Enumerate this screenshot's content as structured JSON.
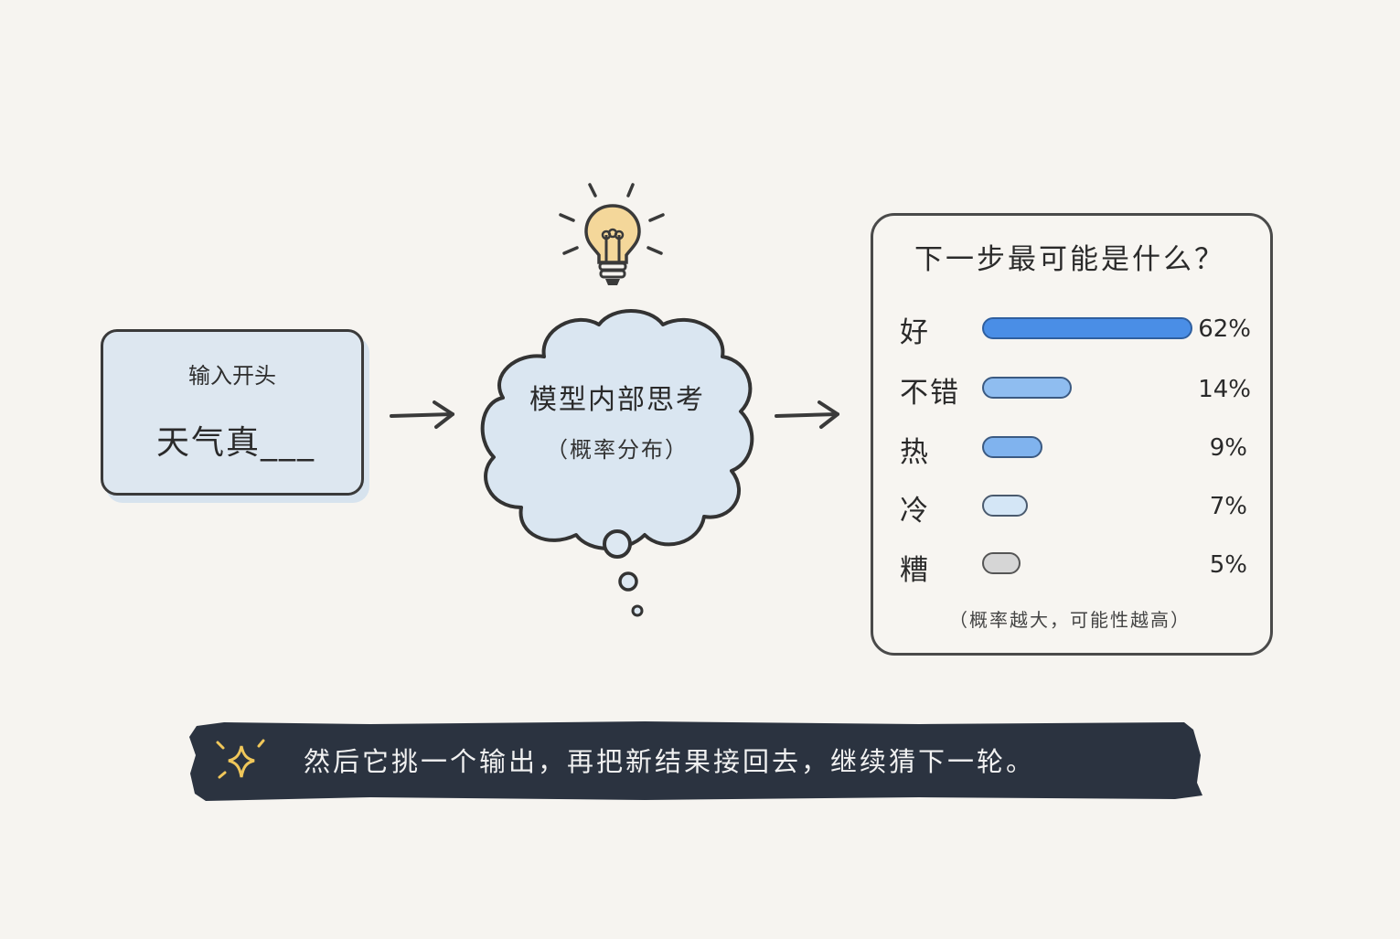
{
  "input_box": {
    "label": "输入开头",
    "value": "天气真___"
  },
  "thought_cloud": {
    "title": "模型内部思考",
    "subtitle": "（概率分布）",
    "icons": [
      "lightbulb-icon",
      "thought-bubble-dots"
    ]
  },
  "arrows": [
    "arrow-right",
    "arrow-right"
  ],
  "prediction_card": {
    "title": "下一步最可能是什么？",
    "rows": [
      {
        "label": "好",
        "percent": "62%",
        "value": 62,
        "color": "#4a8ee6"
      },
      {
        "label": "不错",
        "percent": "14%",
        "value": 14,
        "color": "#8fbdf0"
      },
      {
        "label": "热",
        "percent": "9%",
        "value": 9,
        "color": "#80b3ee"
      },
      {
        "label": "冷",
        "percent": "7%",
        "value": 7,
        "color": "#d4e6f6"
      },
      {
        "label": "糟",
        "percent": "5%",
        "value": 5,
        "color": "#d6d6d6"
      }
    ],
    "note": "（概率越大，可能性越高）"
  },
  "banner": {
    "icon": "sparkle-icon",
    "text": "然后它挑一个输出，再把新结果接回去，继续猜下一轮。",
    "background": "#2b3340",
    "icon_color": "#f0c75a"
  },
  "chart_data": {
    "type": "bar",
    "title": "下一步最可能是什么？",
    "categories": [
      "好",
      "不错",
      "热",
      "冷",
      "糟"
    ],
    "values": [
      62,
      14,
      9,
      7,
      5
    ],
    "xlabel": "",
    "ylabel": "",
    "orientation": "horizontal",
    "unit": "%",
    "annotation": "（概率越大，可能性越高）"
  }
}
